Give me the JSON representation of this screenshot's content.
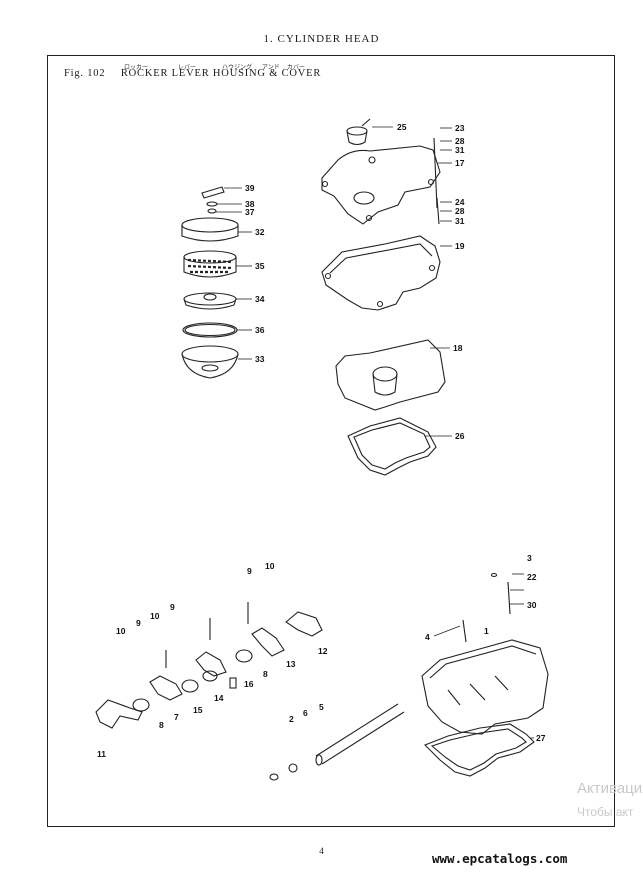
{
  "header": {
    "section": "1.   CYLINDER HEAD"
  },
  "figure": {
    "number": "Fig. 102",
    "title": "ROCKER LEVER HOUSING & COVER",
    "kana": [
      "ロッカー",
      "レバー",
      "ハウジング",
      "アンド",
      "カバー"
    ]
  },
  "callouts": {
    "upper": [
      "25",
      "23",
      "28",
      "31",
      "17",
      "24",
      "28",
      "31",
      "19",
      "18",
      "26",
      "39",
      "38",
      "37",
      "32",
      "35",
      "34",
      "36",
      "33"
    ],
    "lower": [
      "3",
      "22",
      "30",
      "4",
      "1",
      "27",
      "9",
      "10",
      "9",
      "10",
      "9",
      "10",
      "12",
      "13",
      "8",
      "16",
      "14",
      "15",
      "7",
      "8",
      "11",
      "2",
      "6",
      "5"
    ]
  },
  "watermark": {
    "line1": "Активация",
    "line2": "Чтобы акт"
  },
  "footer": {
    "page_number": "4",
    "site": "www.epcatalogs.com"
  }
}
